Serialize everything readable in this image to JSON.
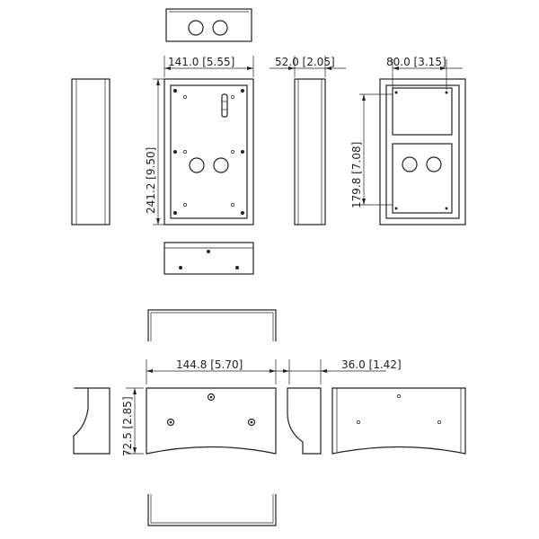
{
  "dimensions": {
    "width_mm": "141.0",
    "width_in": "[5.55]",
    "depth_mm": "52.0",
    "depth_in": "[2.05]",
    "panel_width_mm": "80.0",
    "panel_width_in": "[3.15]",
    "height_mm": "241.2",
    "height_in": "[9.50]",
    "panel_height_mm": "179.8",
    "panel_height_in": "[7.08]",
    "bracket_width_mm": "144.8",
    "bracket_width_in": "[5.70]",
    "bracket_depth_mm": "36.0",
    "bracket_depth_in": "[1.42]",
    "bracket_height_mm": "72.5",
    "bracket_height_in": "[2.85]"
  }
}
